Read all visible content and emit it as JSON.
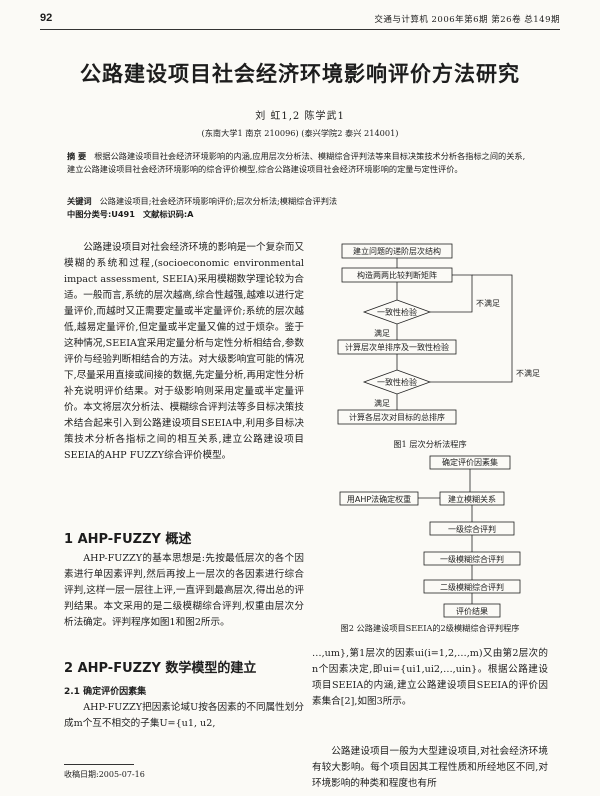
{
  "header": {
    "page_number": "92",
    "journal": "交通与计算机   2006年第6期   第26卷   总149期"
  },
  "title": "公路建设项目社会经济环境影响评价方法研究",
  "authors": "刘  虹1,2   陈学武1",
  "affiliation": "(东南大学1  南京 210096)   (泰兴学院2  泰兴 214001)",
  "abstract": {
    "label": "摘  要",
    "text": "根据公路建设项目社会经济环境影响的内涵,应用层次分析法、模糊综合评判法等来目标决策技术分析各指标之间的关系,建立公路建设项目社会经济环境影响的综合评价模型,综合公路建设项目社会经济环境影响的定量与定性评价。"
  },
  "keywords": {
    "label": "关键词",
    "text": "公路建设项目;社会经济环境影响评价;层次分析法;模糊综合评判法"
  },
  "classification": {
    "label": "中图分类号:U491",
    "doc_label": "文献标识码:A"
  },
  "body": {
    "para1": "公路建设项目对社会经济环境的影响是一个复杂而又模糊的系统和过程,(socioeconomic environmental impact assessment, SEEIA)采用模糊数学理论较为合适。一般而言,系统的层次越高,综合性越强,越难以进行定量评价,而越时又正需要定量或半定量评价;系统的层次越低,越易定量评价,但定量或半定量又偏的过于烦杂。鉴于这种情况,SEEIA宜采用定量分析与定性分析相结合,参数评价与经验判断相结合的方法。对大级影响宜可能的情况下,尽量采用直接或间接的数据,先定量分析,再用定性分析补充说明评价结果。对于级影响则采用定量或半定量评价。本文将层次分析法、模糊综合评判法等多目标决策技术结合起来引入到公路建设项目SEEIA中,利用多目标决策技术分析各指标之间的相互关系,建立公路建设项目SEEIA的AHP FUZZY综合评价模型。",
    "heading1": "1  AHP-FUZZY 概述",
    "para2": "AHP-FUZZY的基本思想是:先按最低层次的各个因素进行单因素评判,然后再按上一层次的各因素进行综合评判,这样一层一层往上评,一直评到最高层次,得出总的评判结果。本文采用的是二级模糊综合评判,权重由层次分析法确定。评判程序如图1和图2所示。",
    "heading2": "2  AHP-FUZZY 数学模型的建立",
    "heading3": "2.1  确定评价因素集",
    "para3": "AHP-FUZZY把因素论域U按各因素的不同属性划分成m个互不相交的子集U={u1, u2,",
    "para4": "…,um},第1层次的因素ui(i=1,2,…,m)又由第2层次的n个因素决定,即ui={ui1,ui2,…,uin}。根据公路建设项目SEEIA的内涵,建立公路建设项目SEEIA的评价因素集合[2],如图3所示。",
    "para5": "公路建设项目一般为大型建设项目,对社会经济环境有较大影响。每个项目因其工程性质和所经地区不同,对环境影响的种类和程度也有所"
  },
  "footnote": "收稿日期:2005-07-16",
  "figure1": {
    "caption": "图1  层次分析法程序",
    "boxes": [
      "建立问题的递阶层次结构",
      "构造两两比较判断矩阵",
      "计算层次单排序及一致性检验",
      "计算各层次对目标的总排序"
    ],
    "diamonds": [
      "一致性检验",
      "一致性检验"
    ],
    "labels": {
      "satisfied": "满足",
      "unsatisfied": "不满足"
    }
  },
  "figure2": {
    "caption": "图2  公路建设项目SEEIA的2级模糊综合评判程序",
    "boxes": [
      "确定评价因素集",
      "用AHP法确定权重",
      "建立模糊关系",
      "一级综合评判",
      "一级模糊综合评判",
      "二级模糊综合评判",
      "评价结果"
    ]
  }
}
